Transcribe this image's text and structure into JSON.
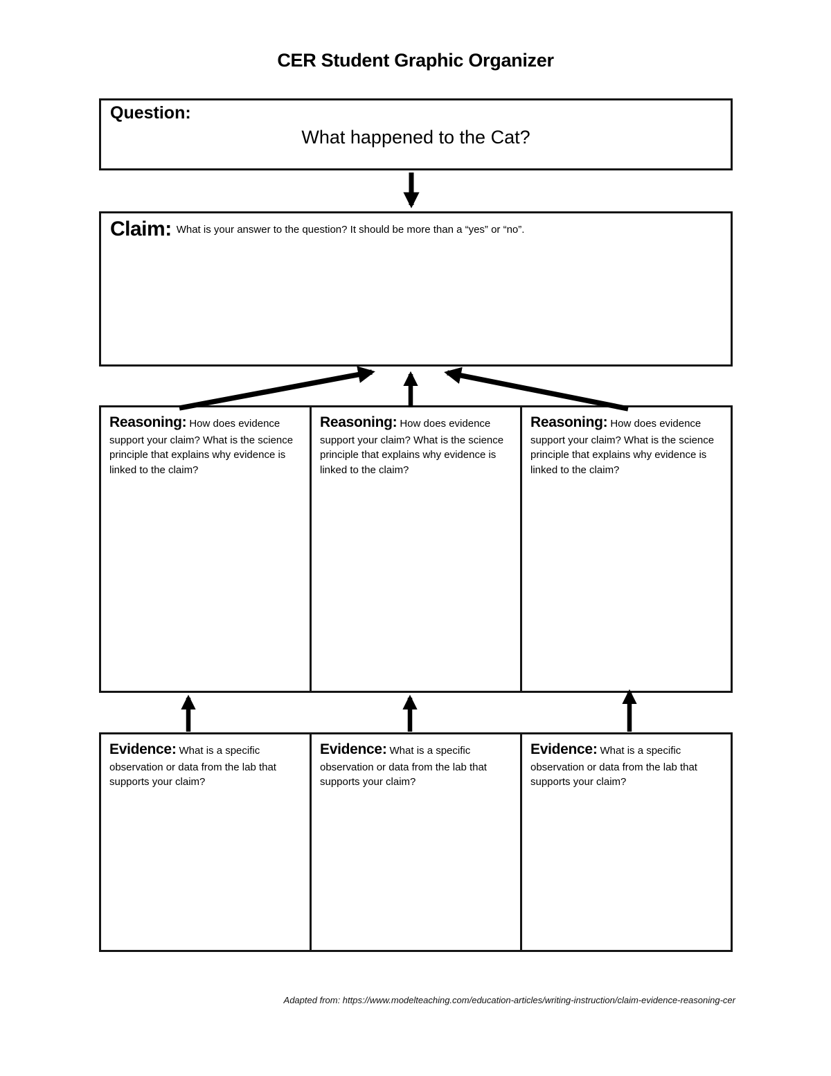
{
  "title": "CER Student Graphic Organizer",
  "question": {
    "label": "Question:",
    "text": "What happened to the Cat?"
  },
  "claim": {
    "label": "Claim:",
    "hint": "What is your answer to the question? It should be more than a “yes” or “no”."
  },
  "reasoning": {
    "boxes": [
      {
        "label": "Reasoning:",
        "hint": "How does evidence support your claim? What is the science principle that explains why evidence is linked to the claim?"
      },
      {
        "label": "Reasoning:",
        "hint": "How does evidence support your claim? What is the science principle that explains why evidence is linked to the claim?"
      },
      {
        "label": "Reasoning:",
        "hint": "How does evidence support your claim? What is the science principle that explains why evidence is linked to the claim?"
      }
    ]
  },
  "evidence": {
    "boxes": [
      {
        "label": "Evidence:",
        "hint": "What is a specific observation or data from the lab that supports your claim?"
      },
      {
        "label": "Evidence:",
        "hint": "What is a specific observation or data from the lab that supports your claim?"
      },
      {
        "label": "Evidence:",
        "hint": "What is a specific observation or data from the lab that supports your claim?"
      }
    ]
  },
  "footer": {
    "text": "Adapted from: https://www.modelteaching.com/education-articles/writing-instruction/claim-evidence-reasoning-cer"
  },
  "colors": {
    "ink": "#000000",
    "box_border": "#151515",
    "background": "#ffffff"
  }
}
